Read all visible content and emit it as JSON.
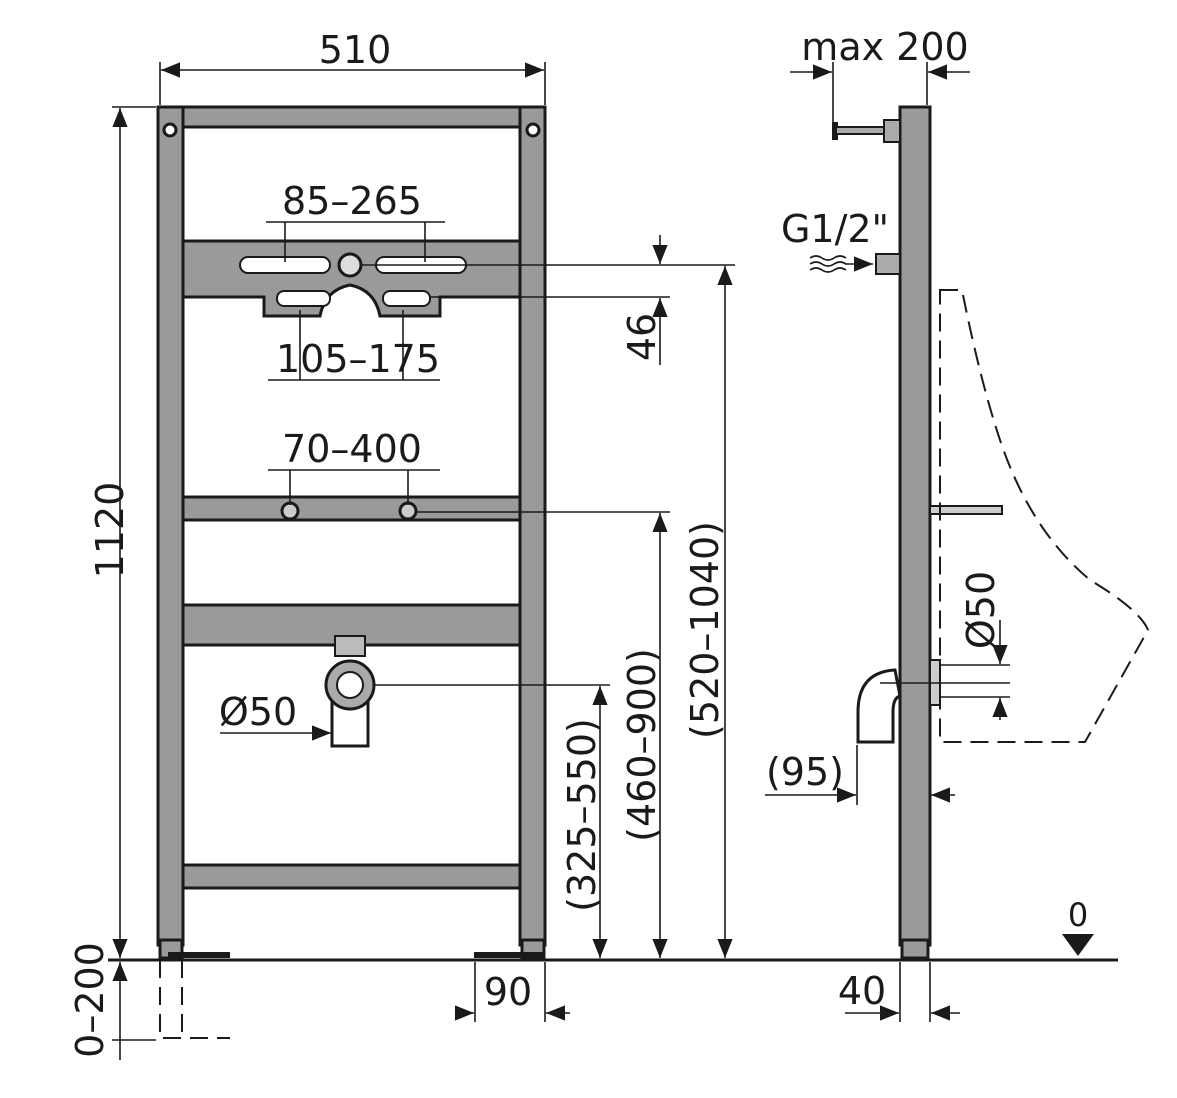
{
  "title": "Urinal installation frame dimensions",
  "front_view": {
    "width": "510",
    "height": "1120",
    "height_adjust": "0–200",
    "upper_slots": "85–265",
    "lower_slots": "105–175",
    "bracket_spacing": "70–400",
    "plate_offset": "46",
    "inlet_height": "(520–1040)",
    "bracket_height": "(460–900)",
    "drain_height": "(325–550)",
    "drain_diameter": "Ø50",
    "foot_width": "90"
  },
  "side_view": {
    "inlet_depth": "max 200",
    "inlet_thread": "G1/2\"",
    "drain_diameter": "Ø50",
    "drain_depth": "(95)",
    "frame_depth": "40",
    "floor_level": "0"
  },
  "colors": {
    "steel": "#9a9a9a",
    "line": "#1a1a1a"
  }
}
